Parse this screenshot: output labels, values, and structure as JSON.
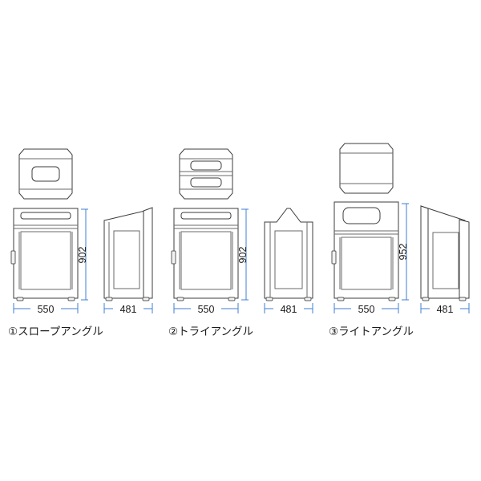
{
  "sheet": {
    "background": "#ffffff",
    "line_color": "#3c3c3c",
    "dim_color": "#3d7fd6",
    "text_color": "#1a1a1a"
  },
  "products": [
    {
      "id": "slope-angle",
      "caption": "①スロープアングル",
      "index_mark": "①",
      "name": "スロープアングル",
      "top_view": {
        "slots": 1,
        "divider": false
      },
      "front_view": {
        "width_label": "550",
        "height_label": "902",
        "slot_position": "top-band",
        "handle": "left"
      },
      "side_view": {
        "width_label": "481",
        "roof": "slope-up-right"
      }
    },
    {
      "id": "tri-angle",
      "caption": "②トライアングル",
      "index_mark": "②",
      "name": "トライアングル",
      "top_view": {
        "slots": 2,
        "divider": true
      },
      "front_view": {
        "width_label": "550",
        "height_label": "902",
        "slot_position": "top-band",
        "handle": "left"
      },
      "side_view": {
        "width_label": "481",
        "roof": "gable-peak"
      }
    },
    {
      "id": "right-angle",
      "caption": "③ライトアングル",
      "index_mark": "③",
      "name": "ライトアングル",
      "top_view": {
        "slots": 0,
        "divider": false
      },
      "front_view": {
        "width_label": "550",
        "height_label": "952",
        "slot_position": "upper-panel",
        "handle": "left"
      },
      "side_view": {
        "width_label": "481",
        "roof": "slope-down-right"
      }
    }
  ],
  "dimensions": {
    "width_front": "550",
    "width_side": "481",
    "height_standard": "902",
    "height_tall": "952"
  }
}
